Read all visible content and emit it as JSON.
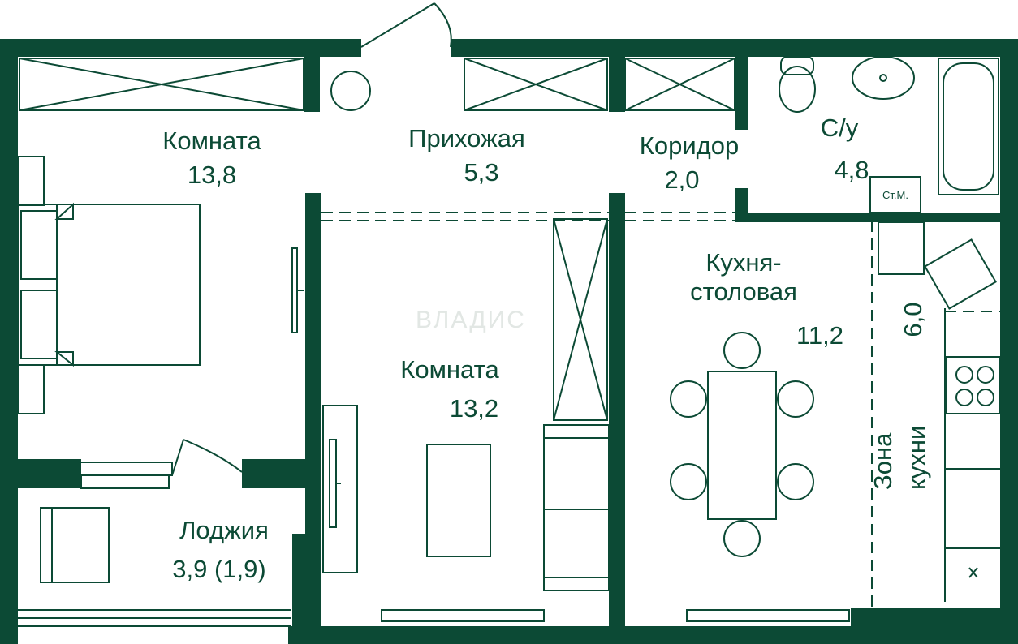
{
  "rooms": {
    "room1": {
      "name": "Комната",
      "area": "13,8"
    },
    "hall": {
      "name": "Прихожая",
      "area": "5,3"
    },
    "corridor": {
      "name": "Коридор",
      "area": "2,0"
    },
    "bathroom": {
      "name": "С/у",
      "area": "4,8"
    },
    "kitchen_dining": {
      "name_line1": "Кухня-",
      "name_line2": "столовая",
      "area": "11,2"
    },
    "kitchen_zone": {
      "name_line1": "Зона",
      "name_line2": "кухни",
      "area": "6,0"
    },
    "room2": {
      "name": "Комната",
      "area": "13,2"
    },
    "loggia": {
      "name": "Лоджия",
      "area": "3,9 (1,9)"
    }
  },
  "labels": {
    "washer": "Ст.М.",
    "watermark": "ВЛАДИС"
  },
  "colors": {
    "wall": "#0c4a35",
    "line": "#0c4a35",
    "background": "#ffffff"
  }
}
